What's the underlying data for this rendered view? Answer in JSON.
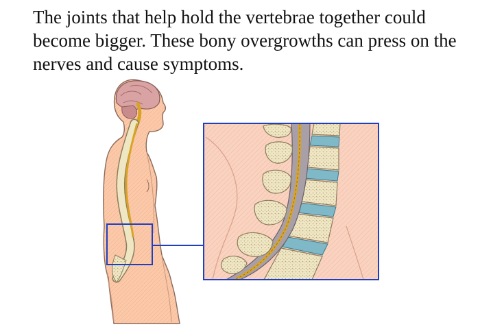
{
  "caption": {
    "text": "The joints that help hold the vertebrae together could become bigger. These bony overgrowths can press on the nerves and cause symptoms."
  },
  "colors": {
    "skin": "#fbc9a9",
    "skin_outline": "#8a6a5a",
    "brain": "#d9a3a3",
    "bone": "#efe6c4",
    "bone_outline": "#8d7c5a",
    "disc": "#7fb8c7",
    "nerve": "#d9a426",
    "cord_sheath": "#a8a0a6",
    "callout_border": "#1f3fbf"
  },
  "icons": {
    "figure": "human-side-view-illustration",
    "detail": "lumbar-spine-closeup-illustration"
  }
}
